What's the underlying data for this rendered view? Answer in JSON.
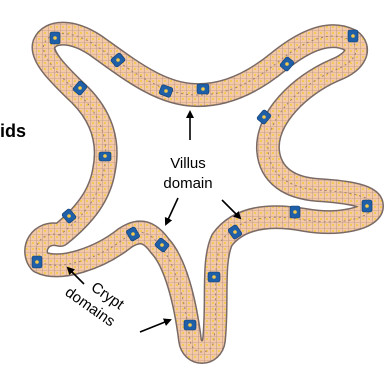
{
  "labels": {
    "partial_left": "ids",
    "villus_line1": "Villus",
    "villus_line2": "domain",
    "crypt_line1": "Crypt",
    "crypt_line2": "domains"
  },
  "colors": {
    "epithelium_fill": "#f3c9a8",
    "epithelium_outline": "#7a6a66",
    "cell_divider": "#b08a7a",
    "nucleus_yellow": "#f2c94c",
    "stem_cell_blue": "#1f5fa8",
    "lumen": "#ffffff",
    "arrow": "#000000"
  },
  "organoid": {
    "type": "intestinal-organoid",
    "cell_types": [
      "epithelial-cell",
      "paneth-or-stem-cell"
    ]
  }
}
